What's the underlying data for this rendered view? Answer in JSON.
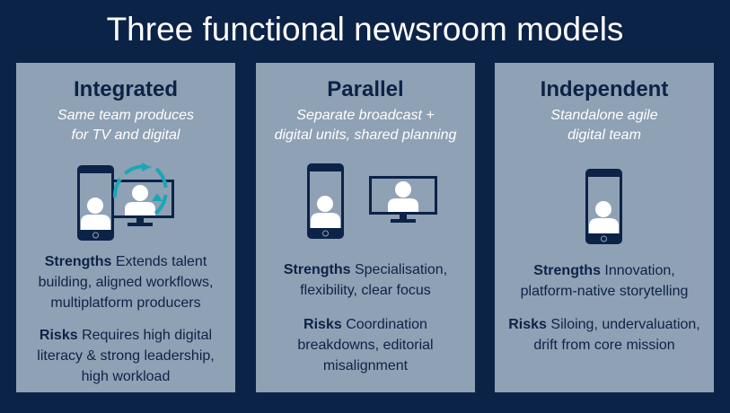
{
  "title": "Three functional newsroom models",
  "panels": [
    {
      "name": "Integrated",
      "subtitle": [
        "Same team produces",
        "for TV and digital"
      ],
      "strengths_label": "Strengths",
      "strengths": "Extends talent building, aligned workflows, multiplatform producers",
      "risks_label": "Risks",
      "risks": "Requires high digital literacy & strong leadership, high workload"
    },
    {
      "name": "Parallel",
      "subtitle": [
        "Separate broadcast +",
        "digital units, shared planning"
      ],
      "strengths_label": "Strengths",
      "strengths": "Specialisation, flexibility, clear focus",
      "risks_label": "Risks",
      "risks": "Coordination breakdowns, editorial misalignment"
    },
    {
      "name": "Independent",
      "subtitle": [
        "Standalone agile",
        "digital team"
      ],
      "strengths_label": "Strengths",
      "strengths": "Innovation, platform-native storytelling",
      "risks_label": "Risks",
      "risks": "Siloing, undervaluation, drift from core mission"
    }
  ],
  "colors": {
    "background": "#0c2348",
    "panel": "#8fa1b4",
    "accent": "#1aa6b7"
  }
}
